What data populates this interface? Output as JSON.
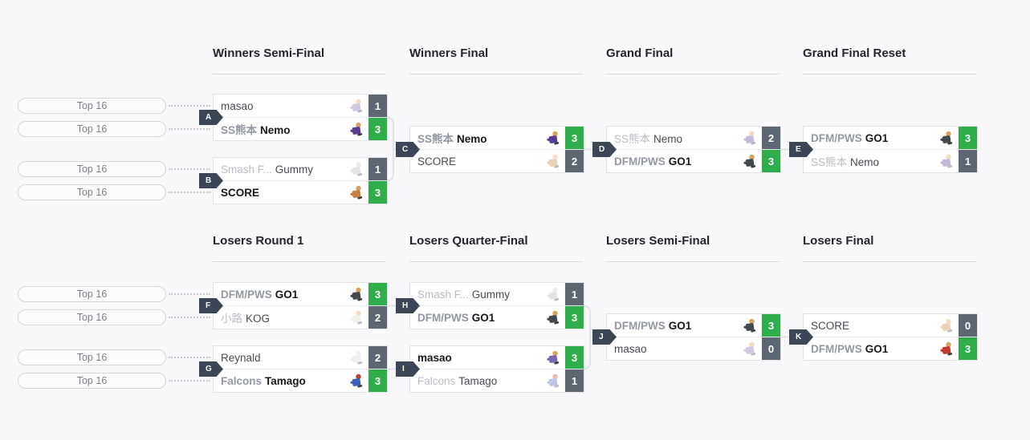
{
  "page": {
    "background": "#f8f8fa"
  },
  "colors": {
    "win_green": "#2fad4b",
    "lose_gray": "#5d6671",
    "badge_slate": "#3d4654",
    "connector_gray": "#e3e4e7",
    "box_border": "#e1e3e6"
  },
  "qualifier": {
    "label": "Top 16",
    "count": 8
  },
  "rounds": [
    {
      "title": "Winners Semi-Final"
    },
    {
      "title": "Winners Final"
    },
    {
      "title": "Grand Final"
    },
    {
      "title": "Grand Final Reset"
    },
    {
      "title": "Losers Round 1"
    },
    {
      "title": "Losers Quarter-Final"
    },
    {
      "title": "Losers Semi-Final"
    },
    {
      "title": "Losers Final"
    }
  ],
  "matches": [
    {
      "tag": "A",
      "round": "Winners Semi-Final",
      "players": [
        {
          "prefix": "",
          "name": "masao",
          "score": "1",
          "winner": false,
          "icon": {
            "body": "#7e66ae",
            "head": "#d9a25f"
          }
        },
        {
          "prefix": "SS熊本",
          "name": "Nemo",
          "score": "3",
          "winner": true,
          "icon": {
            "body": "#5a3c92",
            "head": "#d9a25f"
          }
        }
      ]
    },
    {
      "tag": "B",
      "round": "Winners Semi-Final",
      "players": [
        {
          "prefix": "Smash F...",
          "name": "Gummy",
          "score": "1",
          "winner": false,
          "icon": {
            "body": "#adb5bc",
            "head": "#d3c9b4"
          }
        },
        {
          "prefix": "",
          "name": "SCORE",
          "score": "3",
          "winner": true,
          "icon": {
            "body": "#c5803c",
            "head": "#d9a25f"
          }
        }
      ]
    },
    {
      "tag": "C",
      "round": "Winners Final",
      "players": [
        {
          "prefix": "SS熊本",
          "name": "Nemo",
          "score": "3",
          "winner": true,
          "icon": {
            "body": "#5a3c92",
            "head": "#d9a25f"
          }
        },
        {
          "prefix": "",
          "name": "SCORE",
          "score": "2",
          "winner": false,
          "icon": {
            "body": "#c5803c",
            "head": "#d9a25f"
          }
        }
      ]
    },
    {
      "tag": "D",
      "round": "Grand Final",
      "players": [
        {
          "prefix": "SS熊本",
          "name": "Nemo",
          "score": "2",
          "winner": false,
          "icon": {
            "body": "#5a3c92",
            "head": "#d9a25f"
          }
        },
        {
          "prefix": "DFM/PWS",
          "name": "GO1",
          "score": "3",
          "winner": true,
          "icon": {
            "body": "#44494f",
            "head": "#d9a25f"
          }
        }
      ]
    },
    {
      "tag": "E",
      "round": "Grand Final Reset",
      "players": [
        {
          "prefix": "DFM/PWS",
          "name": "GO1",
          "score": "3",
          "winner": true,
          "icon": {
            "body": "#44494f",
            "head": "#d9a25f"
          }
        },
        {
          "prefix": "SS熊本",
          "name": "Nemo",
          "score": "1",
          "winner": false,
          "icon": {
            "body": "#5a3c92",
            "head": "#d9a25f"
          }
        }
      ]
    },
    {
      "tag": "F",
      "round": "Losers Round 1",
      "players": [
        {
          "prefix": "DFM/PWS",
          "name": "GO1",
          "score": "3",
          "winner": true,
          "icon": {
            "body": "#44494f",
            "head": "#d9a25f"
          }
        },
        {
          "prefix": "小路",
          "name": "KOG",
          "score": "2",
          "winner": false,
          "icon": {
            "body": "#d6d3c7",
            "head": "#d9a25f"
          }
        }
      ]
    },
    {
      "tag": "G",
      "round": "Losers Round 1",
      "players": [
        {
          "prefix": "",
          "name": "Reynald",
          "score": "2",
          "winner": false,
          "icon": {
            "body": "#cdd2d7",
            "head": "#e4d5bd"
          }
        },
        {
          "prefix": "Falcons",
          "name": "Tamago",
          "score": "3",
          "winner": true,
          "icon": {
            "body": "#3e5fc0",
            "head": "#c23b2e"
          }
        }
      ]
    },
    {
      "tag": "H",
      "round": "Losers Quarter-Final",
      "players": [
        {
          "prefix": "Smash F...",
          "name": "Gummy",
          "score": "1",
          "winner": false,
          "icon": {
            "body": "#adb5bc",
            "head": "#d3c9b4"
          }
        },
        {
          "prefix": "DFM/PWS",
          "name": "GO1",
          "score": "3",
          "winner": true,
          "icon": {
            "body": "#44494f",
            "head": "#d9a25f"
          }
        }
      ]
    },
    {
      "tag": "I",
      "round": "Losers Quarter-Final",
      "players": [
        {
          "prefix": "",
          "name": "masao",
          "score": "3",
          "winner": true,
          "icon": {
            "body": "#7e66ae",
            "head": "#d9a25f"
          }
        },
        {
          "prefix": "Falcons",
          "name": "Tamago",
          "score": "1",
          "winner": false,
          "icon": {
            "body": "#3e5fc0",
            "head": "#c23b2e"
          }
        }
      ]
    },
    {
      "tag": "J",
      "round": "Losers Semi-Final",
      "players": [
        {
          "prefix": "DFM/PWS",
          "name": "GO1",
          "score": "3",
          "winner": true,
          "icon": {
            "body": "#44494f",
            "head": "#d9a25f"
          }
        },
        {
          "prefix": "",
          "name": "masao",
          "score": "0",
          "winner": false,
          "icon": {
            "body": "#7e66ae",
            "head": "#d9a25f"
          }
        }
      ]
    },
    {
      "tag": "K",
      "round": "Losers Final",
      "players": [
        {
          "prefix": "",
          "name": "SCORE",
          "score": "0",
          "winner": false,
          "icon": {
            "body": "#c5803c",
            "head": "#d9a25f"
          }
        },
        {
          "prefix": "DFM/PWS",
          "name": "GO1",
          "score": "3",
          "winner": true,
          "icon": {
            "body": "#c23b2e",
            "head": "#d9a25f"
          }
        }
      ]
    }
  ]
}
